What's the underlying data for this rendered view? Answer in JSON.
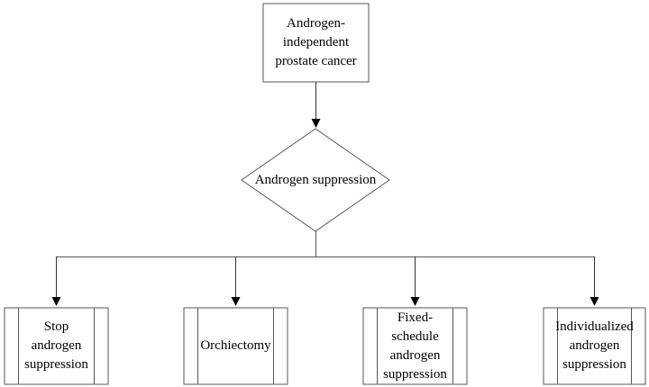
{
  "nodes": {
    "top": "Androgen-\nindependent\nprostate cancer",
    "decision": "Androgen suppression",
    "option_1": "Stop\nandrogen\nsuppression",
    "option_2": "Orchiectomy",
    "option_3": "Fixed-\nschedule\nandrogen\nsuppression",
    "option_4": "Individualized\nandrogen\nsuppression"
  },
  "colors": {
    "line": "#555555",
    "arrow": "#000000"
  }
}
